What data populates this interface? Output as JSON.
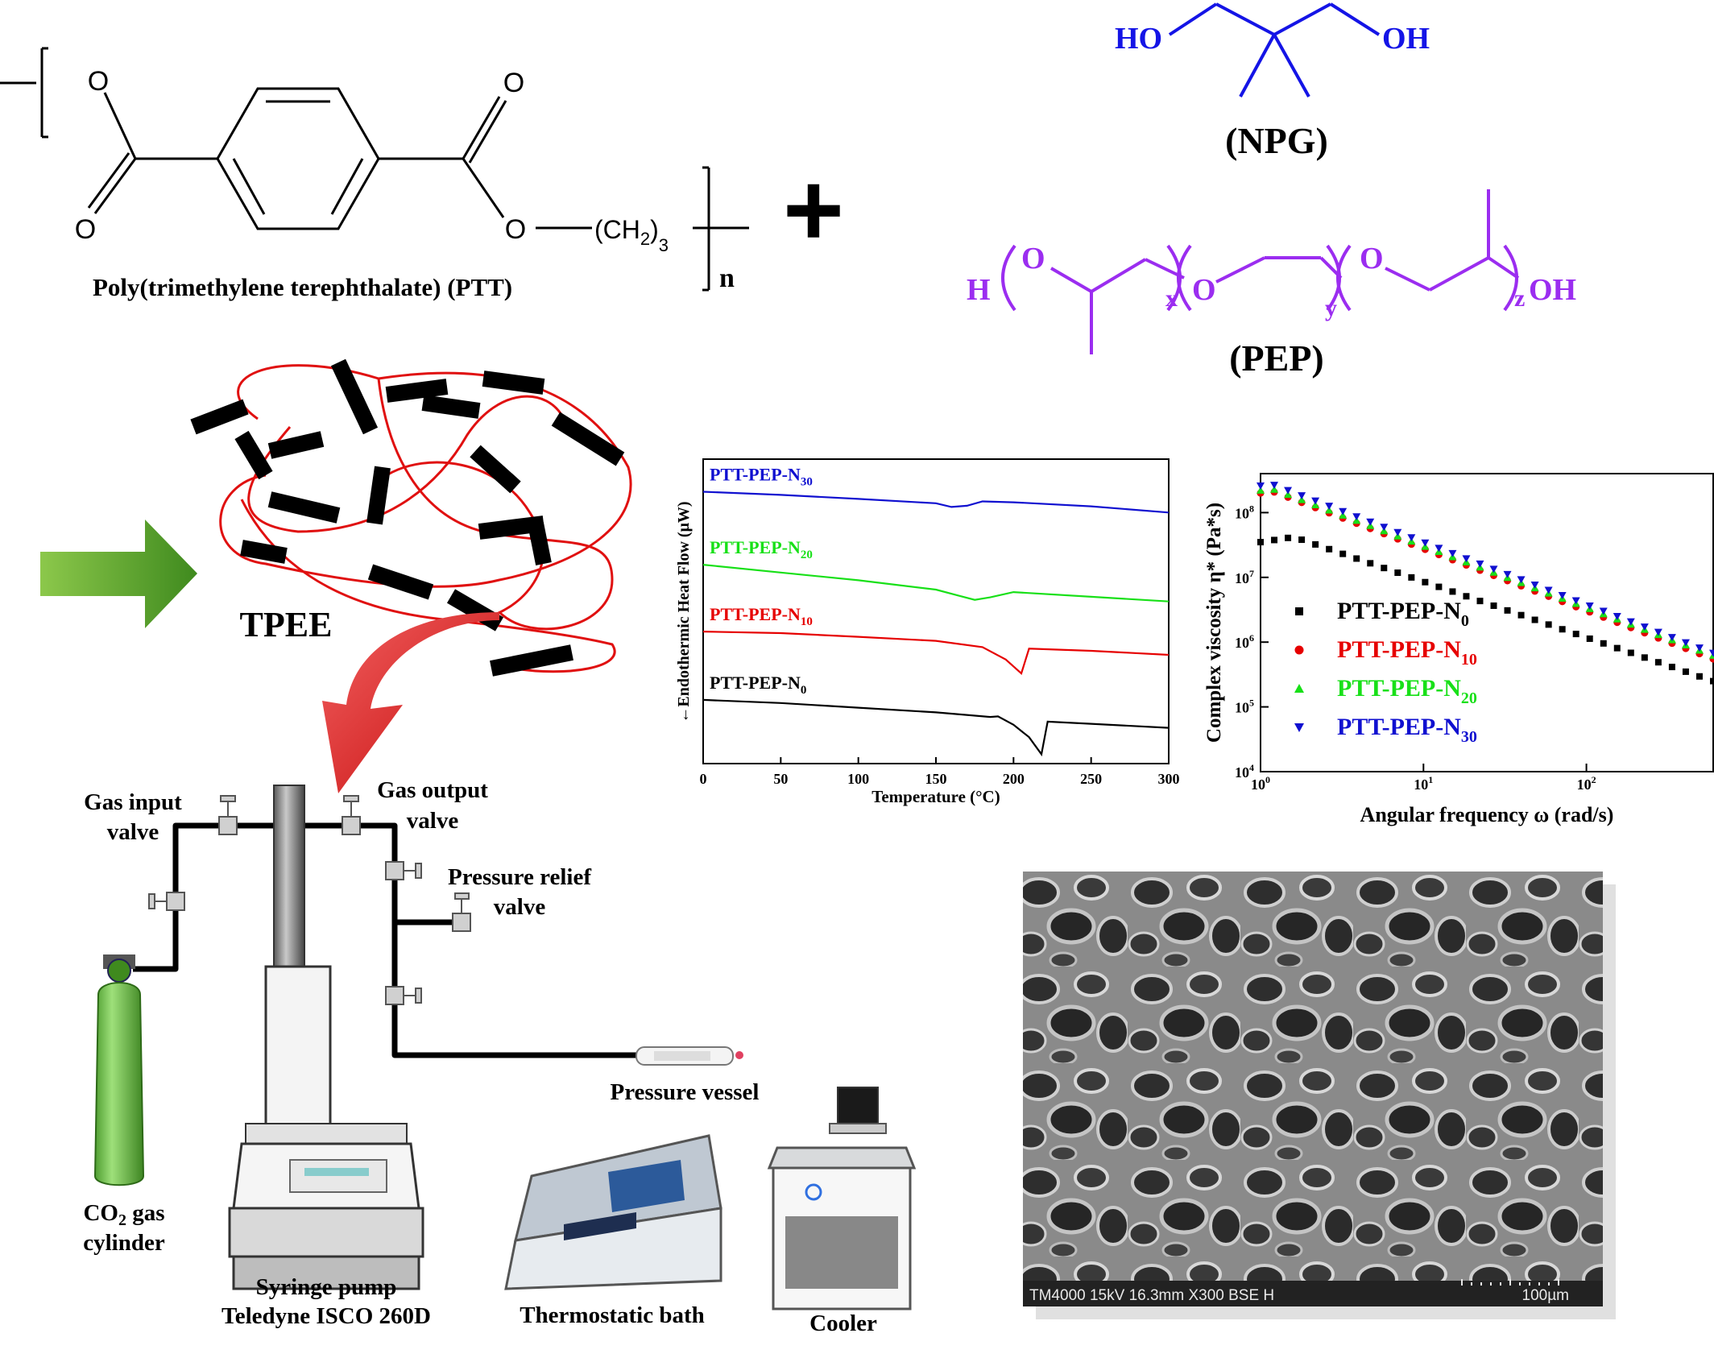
{
  "chem": {
    "ptt_O_left": "O",
    "ptt_O_top": "O",
    "ptt_O_bottom_left": "O",
    "ptt_O_ester": "O",
    "ptt_ch2": "(CH",
    "ptt_ch2_sub": "2",
    "ptt_ch2_close": ")",
    "ptt_ch2_count": "3",
    "ptt_n": "n",
    "ptt_name": "Poly(trimethylene terephthalate) (PTT)",
    "plus": "+",
    "npg_ho": "HO",
    "npg_oh": "OH",
    "npg_name": "(NPG)",
    "pep_h": "H",
    "pep_o1": "O",
    "pep_x": "x",
    "pep_o2": "O",
    "pep_y": "y",
    "pep_o3": "O",
    "pep_z": "z",
    "pep_oh": "OH",
    "pep_name": "(PEP)"
  },
  "tpee": {
    "label": "TPEE"
  },
  "colors": {
    "npg": "#1414e6",
    "pep": "#9b2df0",
    "hard_segment": "#000000",
    "soft_segment": "#e01010",
    "arrow_green": "#5aa02c",
    "arrow_red": "#e02020",
    "cylinder": "#6dbf4b",
    "series_n0": "#000000",
    "series_n10": "#e60000",
    "series_n20": "#18e018",
    "series_n30": "#1010d0"
  },
  "setup": {
    "gas_input": [
      "Gas input",
      "valve"
    ],
    "gas_output": [
      "Gas output",
      "valve"
    ],
    "pressure_relief": [
      "Pressure relief",
      "valve"
    ],
    "pressure_vessel": "Pressure vessel",
    "co2_1": "CO",
    "co2_sub": "2",
    "co2_2": " gas",
    "co2_line2": "cylinder",
    "syringe_1": "Syringe pump",
    "syringe_2": "Teledyne ISCO 260D",
    "bath": "Thermostatic bath",
    "cooler": "Cooler"
  },
  "sem": {
    "caption_left": "TM4000 15kV 16.3mm X300 BSE H",
    "caption_right": "100µm"
  },
  "chart_data": [
    {
      "type": "line",
      "xlabel": "Temperature (°C)",
      "ylabel": "←Endothermic Heat Flow (μW)",
      "xlim": [
        0,
        300
      ],
      "xticks": [
        "0",
        "50",
        "100",
        "150",
        "200",
        "250",
        "300"
      ],
      "grid": false,
      "series": [
        {
          "name": "PTT-PEP-N",
          "sub": "30",
          "color": "#1010d0",
          "x": [
            0,
            50,
            100,
            150,
            160,
            170,
            180,
            200,
            250,
            300
          ],
          "y": [
            8.45,
            8.35,
            8.22,
            8.08,
            7.96,
            8.0,
            8.14,
            8.11,
            7.98,
            7.78
          ]
        },
        {
          "name": "PTT-PEP-N",
          "sub": "20",
          "color": "#18e018",
          "x": [
            0,
            50,
            100,
            150,
            165,
            175,
            185,
            200,
            250,
            300
          ],
          "y": [
            6.1,
            5.85,
            5.6,
            5.3,
            5.1,
            4.97,
            5.05,
            5.22,
            5.07,
            4.92
          ]
        },
        {
          "name": "PTT-PEP-N",
          "sub": "10",
          "color": "#e60000",
          "x": [
            0,
            50,
            100,
            150,
            180,
            195,
            205,
            210,
            250,
            300
          ],
          "y": [
            3.95,
            3.9,
            3.78,
            3.65,
            3.45,
            3.05,
            2.6,
            3.4,
            3.33,
            3.2
          ]
        },
        {
          "name": "PTT-PEP-N",
          "sub": "0",
          "color": "#000000",
          "x": [
            0,
            50,
            100,
            150,
            185,
            190,
            200,
            210,
            218,
            222,
            250,
            300
          ],
          "y": [
            1.75,
            1.65,
            1.5,
            1.35,
            1.2,
            1.22,
            0.95,
            0.55,
            0.0,
            1.05,
            0.98,
            0.85
          ]
        }
      ]
    },
    {
      "type": "scatter",
      "xlabel": "Angular frequency ω (rad/s)",
      "ylabel": "Complex viscosity η* (Pa*s)",
      "x_scale": "log",
      "y_scale": "log",
      "xlim": [
        1,
        600
      ],
      "ylim": [
        10000,
        400000000
      ],
      "xticks": [
        1,
        10,
        100
      ],
      "yticks": [
        10000,
        100000,
        1000000,
        10000000,
        100000000
      ],
      "legend": "center-left",
      "series": [
        {
          "name": "PTT-PEP-N",
          "sub": "0",
          "color": "#000000",
          "marker": "square",
          "y_at_1": 35000000,
          "peak_x": 1.6,
          "peak_y": 42000000,
          "y_end": 250000
        },
        {
          "name": "PTT-PEP-N",
          "sub": "10",
          "color": "#e60000",
          "marker": "circle",
          "y_at_1": 200000000,
          "peak_x": 1.2,
          "peak_y": 210000000,
          "y_end": 550000
        },
        {
          "name": "PTT-PEP-N",
          "sub": "20",
          "color": "#18e018",
          "marker": "triangle-up",
          "y_at_1": 220000000,
          "peak_x": 1.2,
          "peak_y": 230000000,
          "y_end": 620000
        },
        {
          "name": "PTT-PEP-N",
          "sub": "30",
          "color": "#1010d0",
          "marker": "triangle-down",
          "y_at_1": 260000000,
          "peak_x": 1.2,
          "peak_y": 270000000,
          "y_end": 680000
        }
      ]
    }
  ]
}
